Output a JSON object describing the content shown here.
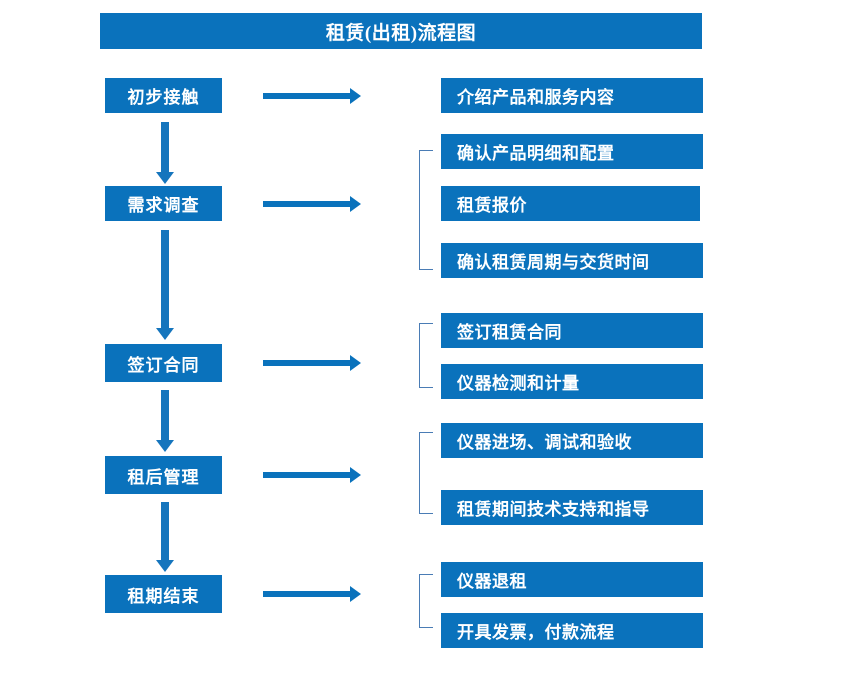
{
  "title": "租赁(出租)流程图",
  "theme": {
    "box_blue": "#0a72bc",
    "arrow_blue": "#0a72bc",
    "bracket_blue": "#4a7cb5",
    "text_white": "#ffffff",
    "background": "#ffffff"
  },
  "flow": {
    "stages": [
      {
        "label": "初步接触"
      },
      {
        "label": "需求调查"
      },
      {
        "label": "签订合同"
      },
      {
        "label": "租后管理"
      },
      {
        "label": "租期结束"
      }
    ],
    "details": [
      {
        "label": "介绍产品和服务内容"
      },
      {
        "label": "确认产品明细和配置"
      },
      {
        "label": "租赁报价"
      },
      {
        "label": "确认租赁周期与交货时间"
      },
      {
        "label": "签订租赁合同"
      },
      {
        "label": "仪器检测和计量"
      },
      {
        "label": "仪器进场、调试和验收"
      },
      {
        "label": "租赁期间技术支持和指导"
      },
      {
        "label": "仪器退租"
      },
      {
        "label": "开具发票，付款流程"
      }
    ],
    "groups": [
      {
        "stage": "需求调查",
        "detail_labels": [
          "确认产品明细和配置",
          "租赁报价",
          "确认租赁周期与交货时间"
        ]
      },
      {
        "stage": "签订合同",
        "detail_labels": [
          "签订租赁合同",
          "仪器检测和计量"
        ]
      },
      {
        "stage": "租后管理",
        "detail_labels": [
          "仪器进场、调试和验收",
          "租赁期间技术支持和指导"
        ]
      },
      {
        "stage": "租期结束",
        "detail_labels": [
          "仪器退租",
          "开具发票，付款流程"
        ]
      }
    ],
    "connectors": {
      "horizontal_arrow_icon": "arrow-right-icon",
      "vertical_arrow_icon": "arrow-down-icon",
      "bracket_icon": "group-bracket-icon"
    }
  }
}
